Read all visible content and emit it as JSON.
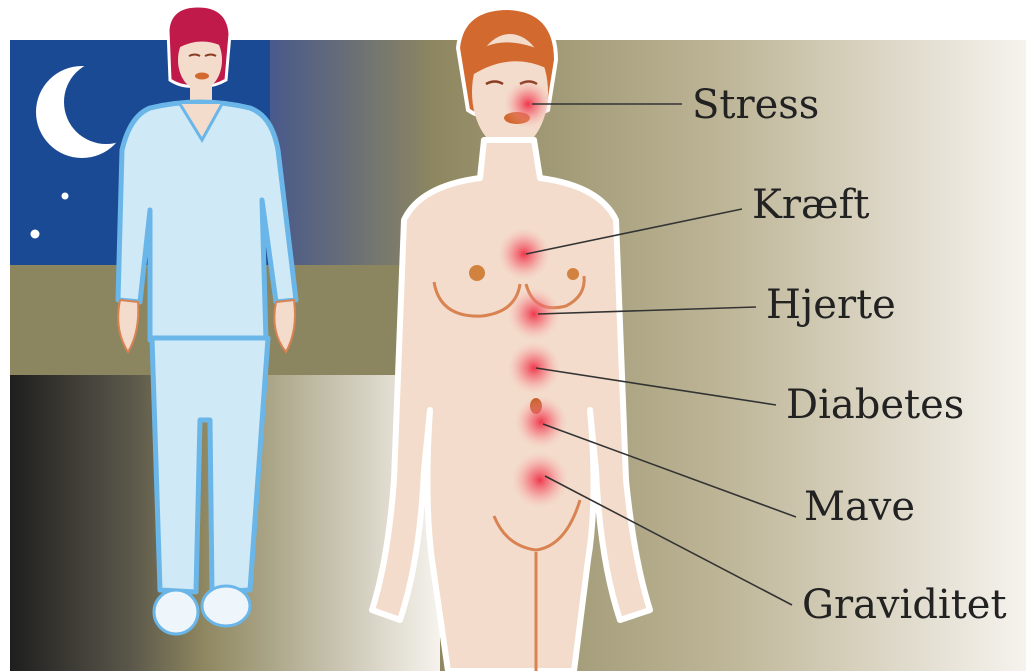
{
  "labels": {
    "stress": "Stress",
    "cancer": "Kræft",
    "heart": "Hjerte",
    "diabetes": "Diabetes",
    "stomach": "Mave",
    "pregnancy": "Graviditet"
  },
  "colors": {
    "night_sky": "#1a4a94",
    "floor_band": "#8b8660",
    "skin": "#f3dccb",
    "skin_outline": "#d98252",
    "hair": "#d2692f",
    "hair_small": "#c01a4a",
    "pajamas": "#cfe9f7",
    "pajamas_outline": "#6bb6e8",
    "hotspot": "#f04050",
    "leader_line": "#333333"
  },
  "icons": [
    "moon-icon",
    "star-icon"
  ]
}
